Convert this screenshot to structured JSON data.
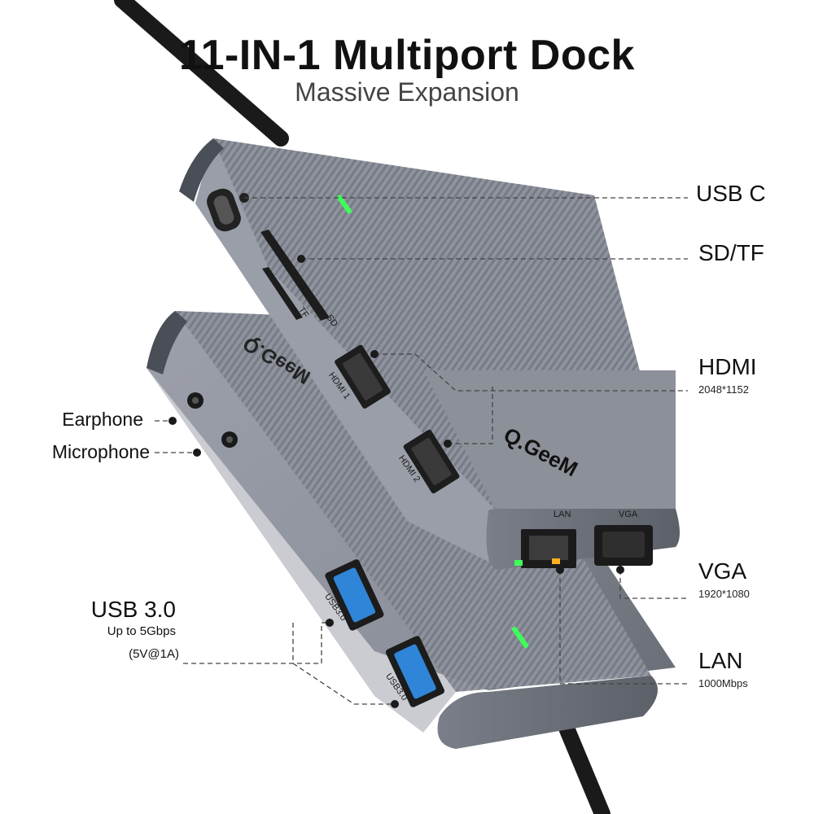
{
  "header": {
    "title": "11-IN-1 Multiport Dock",
    "subtitle": "Massive Expansion"
  },
  "callouts": {
    "usb_c": {
      "label": "USB C"
    },
    "sd_tf": {
      "label": "SD/TF"
    },
    "hdmi": {
      "label": "HDMI",
      "spec": "2048*1152"
    },
    "vga": {
      "label": "VGA",
      "spec": "1920*1080"
    },
    "lan": {
      "label": "LAN",
      "spec": "1000Mbps"
    },
    "earphone": {
      "label": "Earphone"
    },
    "microphone": {
      "label": "Microphone"
    },
    "usb3": {
      "label": "USB 3.0",
      "spec_line1": "Up to 5Gbps",
      "spec_line2": "(5V@1A)"
    }
  },
  "device": {
    "brand": "Q.GeeM",
    "port_labels": {
      "tf": "TF",
      "sd": "SD",
      "hdmi1": "HDMI 1",
      "hdmi2": "HDMI 2",
      "lan": "LAN",
      "vga": "VGA",
      "usb3_a": "USB3.0",
      "usb3_b": "USB3.0"
    }
  },
  "colors": {
    "body": "#8d919b",
    "body_dark": "#4f535c",
    "port_blue": "#2f86d8",
    "led_green": "#3cff5a"
  }
}
